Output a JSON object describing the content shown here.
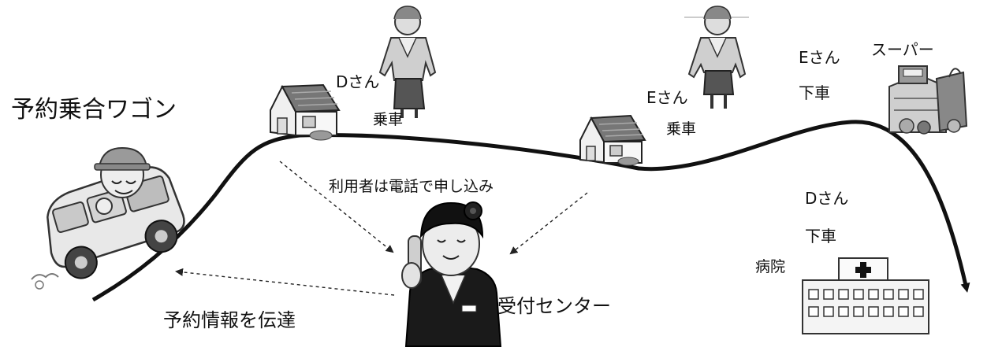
{
  "diagram": {
    "title": "予約乗合ワゴン",
    "reservation_call": "利用者は電話で申し込み",
    "info_transfer": "予約情報を伝達",
    "reception_center": "受付センター",
    "stops": {
      "d_home": {
        "passenger": "Dさん",
        "action": "乗車"
      },
      "e_home": {
        "passenger": "Eさん",
        "action": "乗車"
      },
      "supermarket": {
        "name": "スーパー",
        "passenger": "Eさん",
        "action": "下車"
      },
      "hospital": {
        "name": "病院",
        "passenger": "Dさん",
        "action": "下車"
      }
    }
  },
  "icons": [
    "wagon-driver-icon",
    "house-icon",
    "woman-icon",
    "operator-icon",
    "supermarket-icon",
    "hospital-icon"
  ]
}
